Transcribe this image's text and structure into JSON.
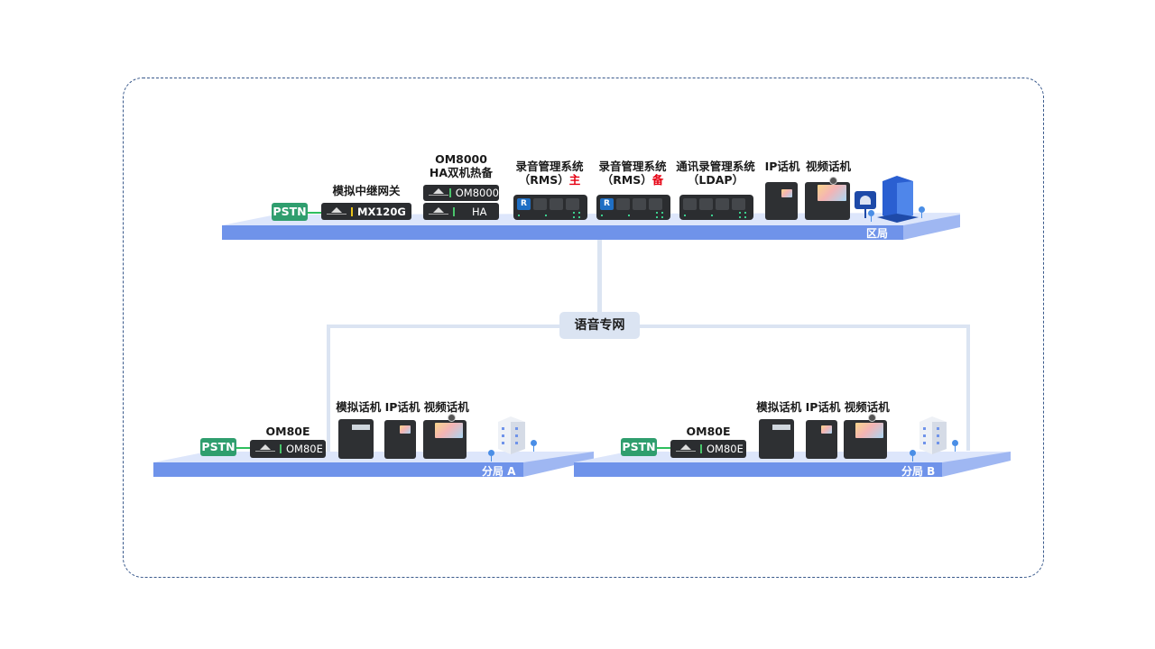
{
  "diagram": {
    "network_hub": {
      "label": "语音专网"
    },
    "hq": {
      "platform_label": "区局",
      "pstn": "PSTN",
      "gateway": {
        "title": "模拟中继网关",
        "model": "MX120G"
      },
      "ha_pair": {
        "title_line1": "OM8000",
        "title_line2": "HA双机热备",
        "unit1": "OM8000",
        "unit2": "HA"
      },
      "rms_primary": {
        "title_line1": "录音管理系统",
        "title_line2": "（RMS）",
        "tag": "主"
      },
      "rms_backup": {
        "title_line1": "录音管理系统",
        "title_line2": "（RMS）",
        "tag": "备"
      },
      "ldap": {
        "title_line1": "通讯录管理系统",
        "title_line2": "（LDAP）"
      },
      "ip_phone_label": "IP话机",
      "video_phone_label": "视频话机"
    },
    "branch_a": {
      "platform_label": "分局 A",
      "pstn": "PSTN",
      "device": {
        "title": "OM80E",
        "model": "OM80E"
      },
      "phones_label": "模拟话机 IP话机 视频话机"
    },
    "branch_b": {
      "platform_label": "分局 B",
      "pstn": "PSTN",
      "device": {
        "title": "OM80E",
        "model": "OM80E"
      },
      "phones_label": "模拟话机 IP话机 视频话机"
    }
  },
  "colors": {
    "platform_front": "#6f93ea",
    "platform_top": "#dde6fb",
    "pstn": "#2f9e6e",
    "accent_red": "#e60012",
    "network_line": "#dbe4f2"
  }
}
